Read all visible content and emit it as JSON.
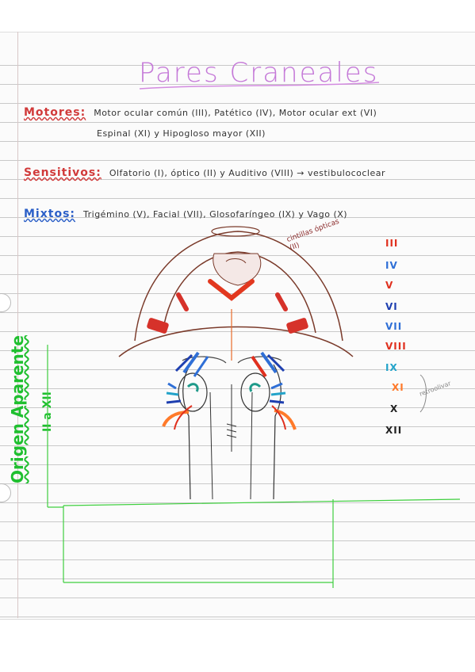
{
  "title": "Pares Craneales",
  "motores": {
    "label": "Motores:",
    "line1": "Motor ocular común (III), Patético (IV), Motor ocular ext (VI)",
    "line2": "Espinal (XI) y Hipogloso mayor (XII)"
  },
  "sensitivos": {
    "label": "Sensitivos:",
    "text": "Olfatorio (I), óptico (II) y Auditivo (VIII) → vestibulococlear"
  },
  "mixtos": {
    "label": "Mixtos:",
    "text": "Trigémino (V), Facial (VII), Glosofaríngeo (IX) y Vago (X)"
  },
  "diagram": {
    "cintillas_label": "cintillas ópticas (II)",
    "retroolivar_label": "retroolivar"
  },
  "nerve_list": [
    {
      "label": "III",
      "color": "#e0301e"
    },
    {
      "label": "IV",
      "color": "#2f6fd6"
    },
    {
      "label": "V",
      "color": "#e0301e"
    },
    {
      "label": "VI",
      "color": "#1e3fb0"
    },
    {
      "label": "VII",
      "color": "#2f6fd6"
    },
    {
      "label": "VIII",
      "color": "#e0301e"
    },
    {
      "label": "IX",
      "color": "#23a3c9"
    },
    {
      "label": "XI",
      "color": "#ff7a2a"
    },
    {
      "label": "X",
      "color": "#222222"
    },
    {
      "label": "XII",
      "color": "#222222"
    }
  ],
  "side": {
    "title": "Origen Aparente",
    "subtitle": "II a XII"
  },
  "colors": {
    "title": "#c57ad8",
    "red": "#d13a3a",
    "blue": "#2b5fc7",
    "green": "#1fbf2f"
  }
}
